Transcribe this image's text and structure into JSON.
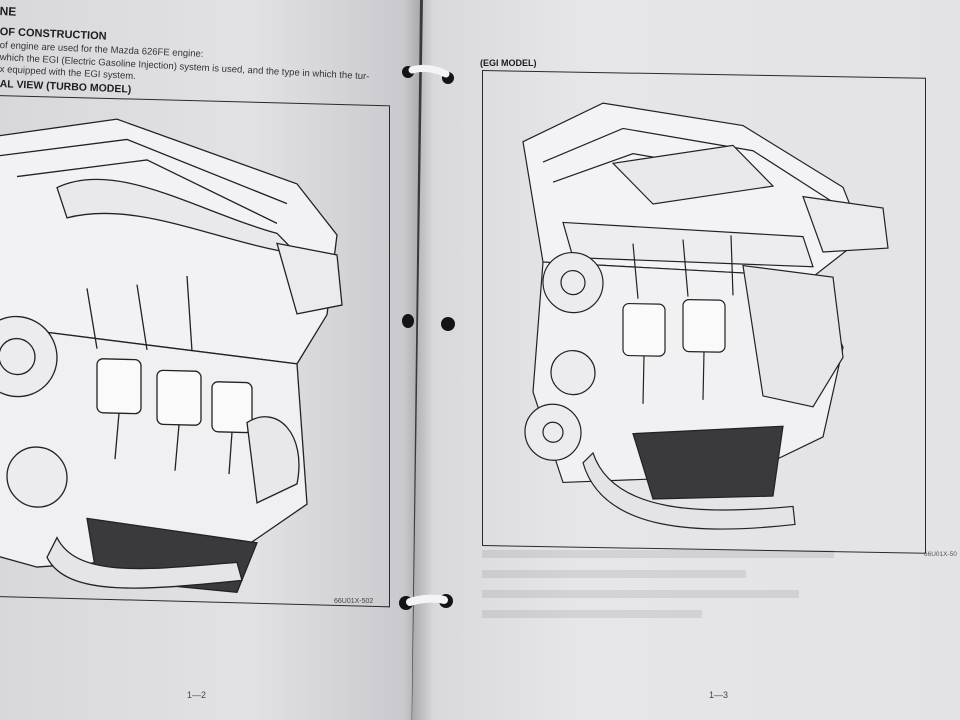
{
  "left_page": {
    "section_head": "NE",
    "construction_heading": "OF CONSTRUCTION",
    "body_lines": [
      "of engine are used for the Mazda 626FE engine:",
      "which the EGI (Electric Gasoline Injection) system is used, and the type in which the tur-",
      "x equipped with the EGI system."
    ],
    "figure_heading": "AL VIEW (TURBO MODEL)",
    "figure_code": "66U01X-502",
    "page_number": "1—2"
  },
  "right_page": {
    "figure_heading": "(EGI MODEL)",
    "figure_code": "66U01X-50",
    "page_number": "1—3"
  }
}
